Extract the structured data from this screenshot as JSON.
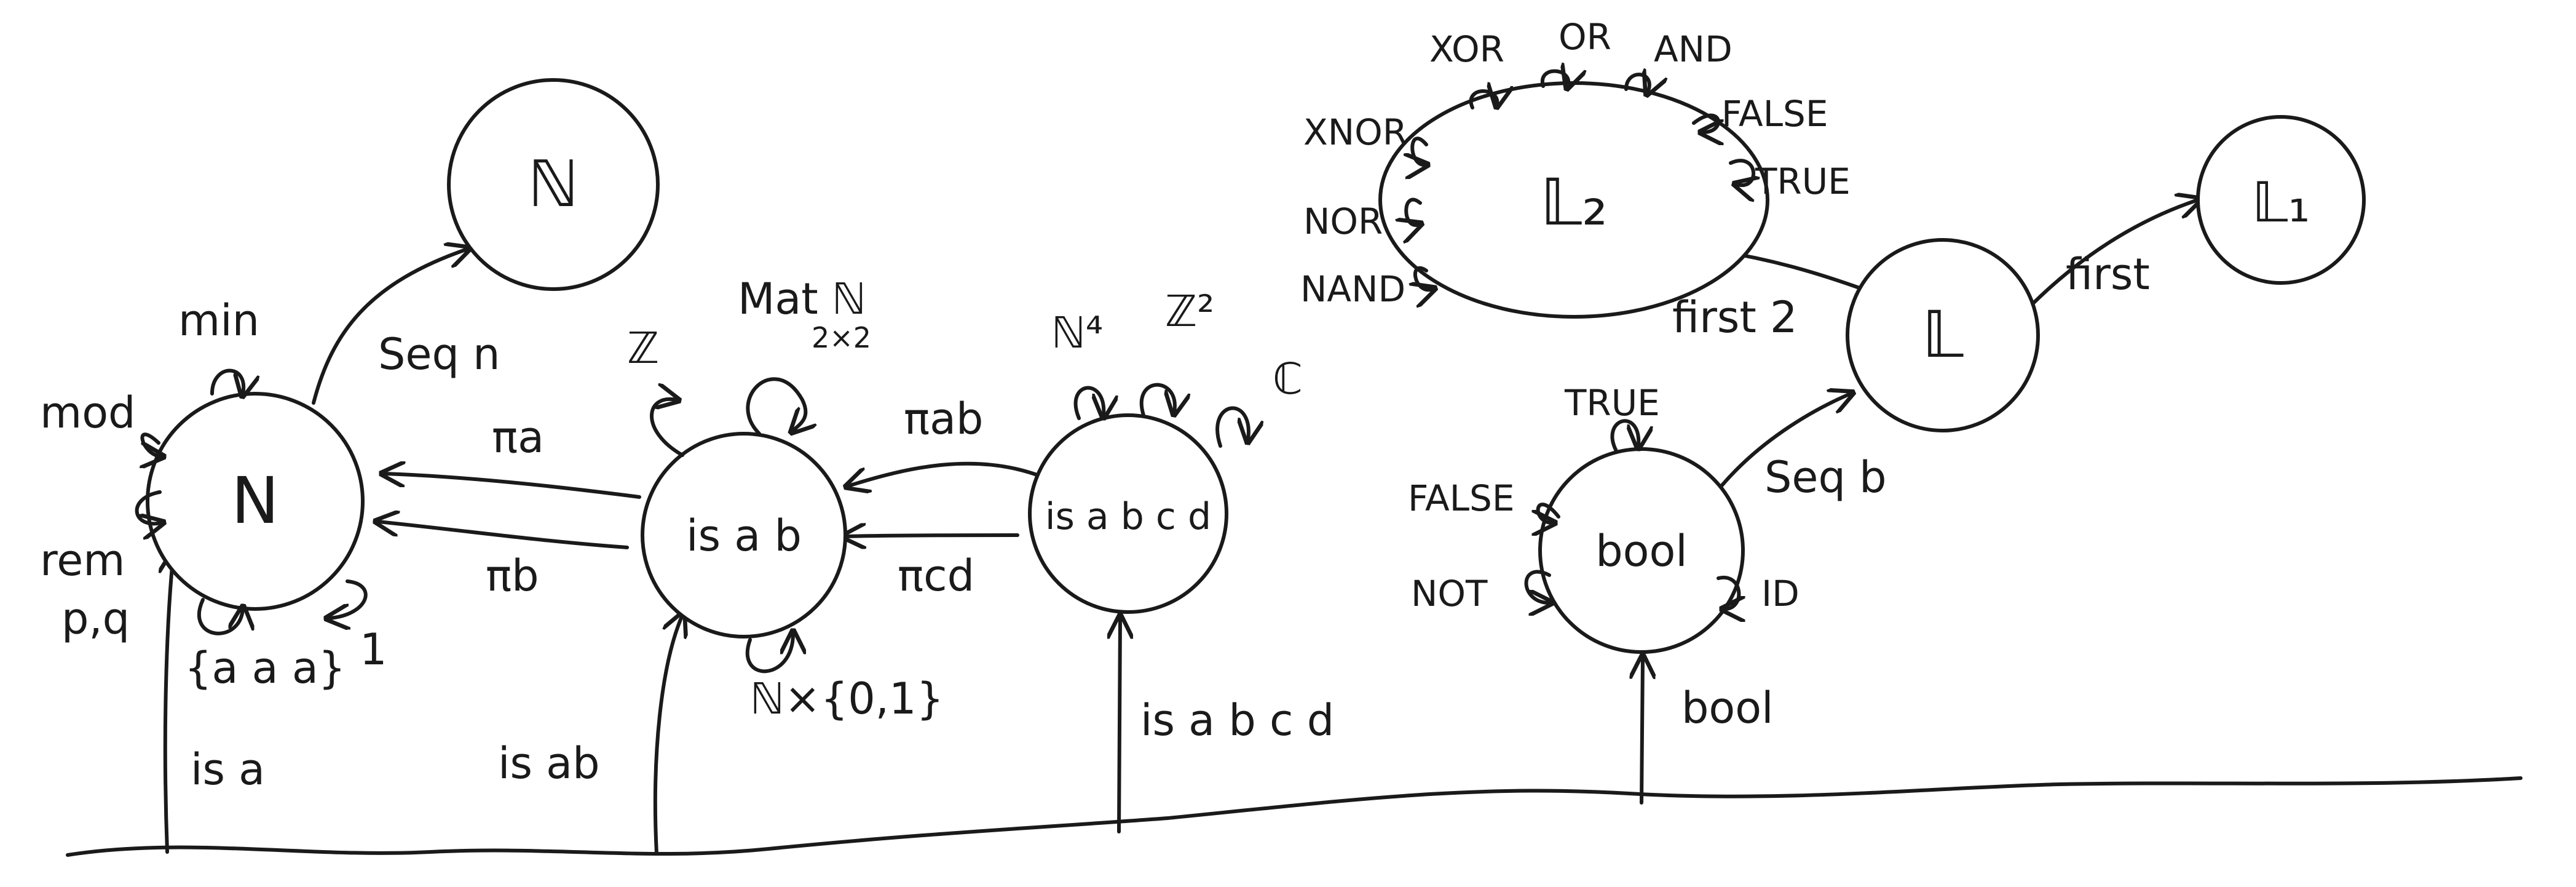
{
  "nodes": {
    "N": "N",
    "natN": "ℕ",
    "isab": "is a b",
    "isabcd": "is a b c d",
    "bool": "bool",
    "L": "𝕃",
    "L1": "𝕃₁",
    "L2": "𝕃₂"
  },
  "edges": {
    "seq_n": "Seq n",
    "pi_a": "πa",
    "pi_b": "πb",
    "pi_ab": "πab",
    "pi_cd": "πcd",
    "seq_b": "Seq b",
    "first2": "first 2",
    "first": "first"
  },
  "loops": {
    "min": "min",
    "mod": "mod",
    "rem": "rem",
    "pq": "p,q",
    "aaa": "{a a a}",
    "one": "1",
    "Z": "ℤ",
    "mat_N": "Mat ℕ",
    "mat_dim": "2×2",
    "nx01": "ℕ×{0,1}",
    "n4": "ℕ⁴",
    "z2": "ℤ²",
    "C": "ℂ",
    "xor": "XOR",
    "or": "OR",
    "and": "AND",
    "xnor": "XNOR",
    "nor": "NOR",
    "nand": "NAND",
    "false_l2": "FALSE",
    "true_l2": "TRUE",
    "true_b": "TRUE",
    "false_b": "FALSE",
    "not_b": "NOT",
    "id_b": "ID"
  },
  "inputs": {
    "is_a": "is a",
    "is_ab": "is ab",
    "is_abcd": "is a b c d",
    "bool": "bool"
  }
}
